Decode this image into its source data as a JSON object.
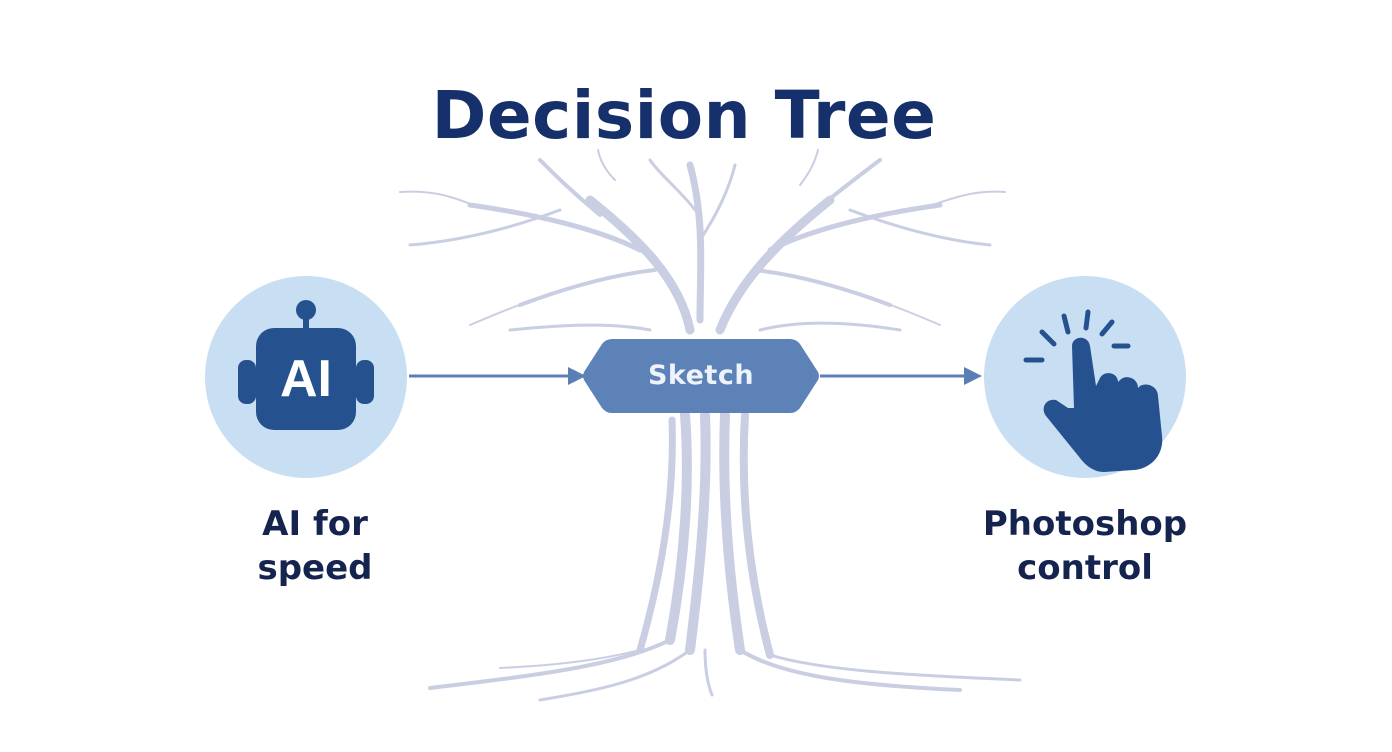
{
  "title": "Decision Tree",
  "colors": {
    "title": "#15306a",
    "label": "#15244f",
    "circle_fill": "#c8def3",
    "icon_fill": "#25528f",
    "node_fill": "#5d82b8",
    "arrow": "#5b7fb5",
    "tree": "#c4cae0"
  },
  "left_option": {
    "icon": "robot-ai-icon",
    "icon_text": "AI",
    "label_lines": [
      "AI for",
      "speed"
    ]
  },
  "center_node": {
    "label": "Sketch"
  },
  "right_option": {
    "icon": "pointing-hand-click-icon",
    "label_lines": [
      "Photoshop",
      "control"
    ]
  }
}
